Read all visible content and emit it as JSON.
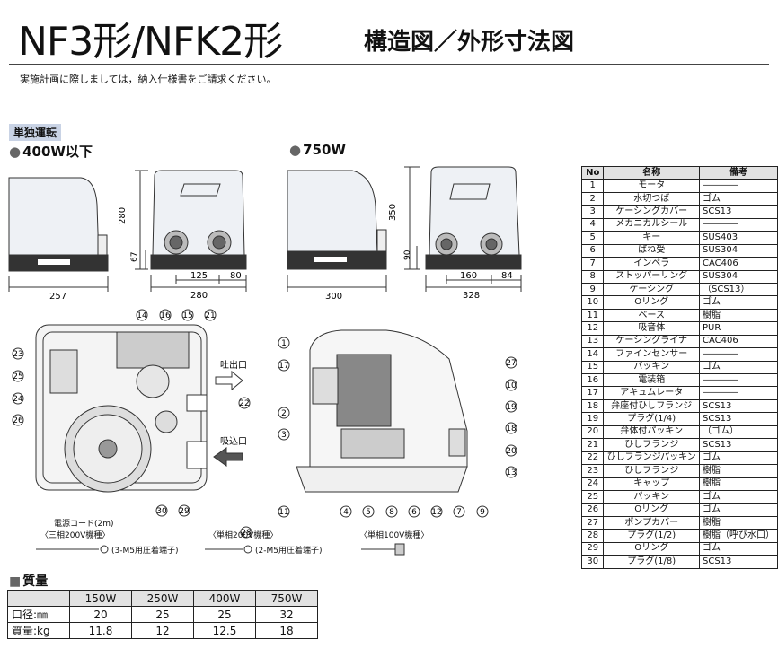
{
  "header": {
    "title": "NF3形/NFK2形",
    "subtitle": "構造図／外形寸法図",
    "note": "実施計画に際しましては，納入仕様書をご請求ください。"
  },
  "section_badge": "単独運転",
  "views": {
    "left_label": "400W以下",
    "right_label": "750W",
    "dims_400": {
      "width": "257",
      "height": "280",
      "base_h": "67",
      "span": "125",
      "side": "80",
      "depth": "280"
    },
    "dims_750": {
      "width": "300",
      "height": "350",
      "base_h": "90",
      "span": "160",
      "side": "84",
      "depth": "328"
    }
  },
  "diagram": {
    "outlet": "吐出口",
    "inlet": "吸込口",
    "callouts_top": [
      "14",
      "16",
      "15",
      "21",
      "23",
      "25",
      "24",
      "26",
      "22",
      "30",
      "29",
      "28"
    ],
    "callouts_side": [
      "1",
      "17",
      "27",
      "10",
      "19",
      "18",
      "20",
      "13",
      "2",
      "3",
      "11",
      "4",
      "5",
      "8",
      "6",
      "12",
      "7",
      "9"
    ],
    "cords": {
      "cord1": "電源コード(2m)",
      "cord1_model": "〈三相200V機種〉",
      "cord1_term": "(3-M5用圧着端子)",
      "cord2_model": "〈単相200V機種〉",
      "cord2_term": "(2-M5用圧着端子)",
      "cord3_model": "〈単相100V機種〉"
    }
  },
  "parts_table": {
    "headers": [
      "No",
      "名称",
      "備考"
    ],
    "rows": [
      [
        "1",
        "モータ",
        "――――"
      ],
      [
        "2",
        "水切つば",
        "ゴム"
      ],
      [
        "3",
        "ケーシングカバー",
        "SCS13"
      ],
      [
        "4",
        "メカニカルシール",
        "――――"
      ],
      [
        "5",
        "キー",
        "SUS403"
      ],
      [
        "6",
        "ばね受",
        "SUS304"
      ],
      [
        "7",
        "インペラ",
        "CAC406"
      ],
      [
        "8",
        "ストッパーリング",
        "SUS304"
      ],
      [
        "9",
        "ケーシング",
        "（SCS13）"
      ],
      [
        "10",
        "Oリング",
        "ゴム"
      ],
      [
        "11",
        "ベース",
        "樹脂"
      ],
      [
        "12",
        "吸音体",
        "PUR"
      ],
      [
        "13",
        "ケーシングライナ",
        "CAC406"
      ],
      [
        "14",
        "ファインセンサー",
        "――――"
      ],
      [
        "15",
        "パッキン",
        "ゴム"
      ],
      [
        "16",
        "電装箱",
        "――――"
      ],
      [
        "17",
        "アキュムレータ",
        "――――"
      ],
      [
        "18",
        "弁座付ひしフランジ",
        "SCS13"
      ],
      [
        "19",
        "プラグ(1/4)",
        "SCS13"
      ],
      [
        "20",
        "弁体付パッキン",
        "（ゴム）"
      ],
      [
        "21",
        "ひしフランジ",
        "SCS13"
      ],
      [
        "22",
        "ひしフランジパッキン",
        "ゴム"
      ],
      [
        "23",
        "ひしフランジ",
        "樹脂"
      ],
      [
        "24",
        "キャップ",
        "樹脂"
      ],
      [
        "25",
        "パッキン",
        "ゴム"
      ],
      [
        "26",
        "Oリング",
        "ゴム"
      ],
      [
        "27",
        "ポンプカバー",
        "樹脂"
      ],
      [
        "28",
        "プラグ(1/2)",
        "樹脂（呼び水口）"
      ],
      [
        "29",
        "Oリング",
        "ゴム"
      ],
      [
        "30",
        "プラグ(1/8)",
        "SCS13"
      ]
    ]
  },
  "mass": {
    "title": "質量",
    "columns": [
      "150W",
      "250W",
      "400W",
      "750W"
    ],
    "rows": [
      {
        "label": "口径:㎜",
        "values": [
          "20",
          "25",
          "25",
          "32"
        ]
      },
      {
        "label": "質量:kg",
        "values": [
          "11.8",
          "12",
          "12.5",
          "18"
        ]
      }
    ]
  },
  "colors": {
    "badge": "#c9d3e5",
    "table_header": "#e2e2e2",
    "pump_base": "#333333",
    "pump_body": "#e8ecf2"
  }
}
